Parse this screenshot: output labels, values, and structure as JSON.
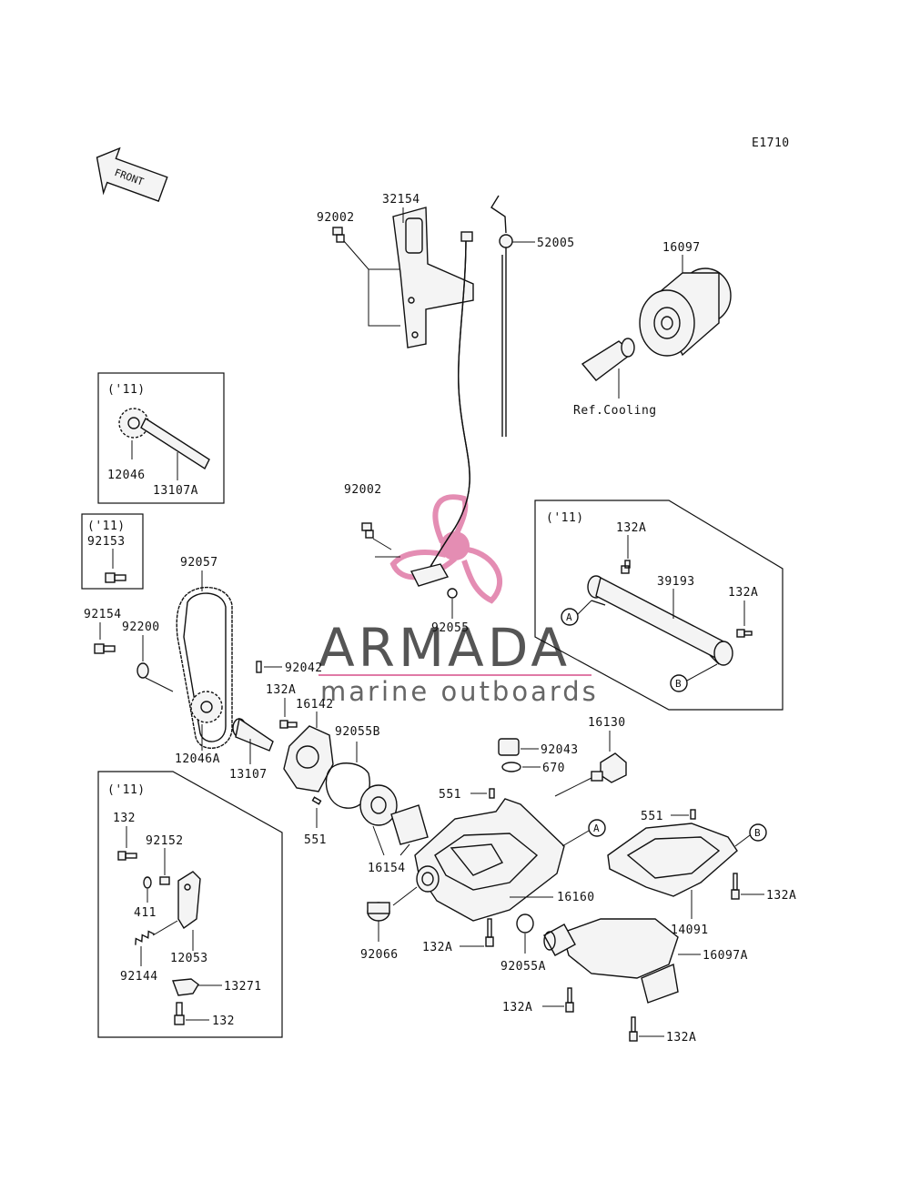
{
  "diagram_code": "E1710",
  "front_label": "FRONT",
  "watermark": {
    "title": "ARMADA",
    "subtitle": "marine outboards",
    "accent_color": "#e07aa6",
    "text_color": "#555555"
  },
  "note_year": "('11)",
  "ref_cooling": "Ref.Cooling",
  "parts": {
    "p32154": "32154",
    "p92002_top": "92002",
    "p52005": "52005",
    "p16097": "16097",
    "p92002_mid": "92002",
    "p92055": "92055",
    "p12046": "12046",
    "p13107A": "13107A",
    "p92153": "92153",
    "p92057": "92057",
    "p92154": "92154",
    "p92200": "92200",
    "p92042": "92042",
    "p132A_a": "132A",
    "p16142": "16142",
    "p92055B": "92055B",
    "p12046A": "12046A",
    "p13107": "13107",
    "p551_a": "551",
    "p132A_b": "132A",
    "p39193": "39193",
    "p132A_c": "132A",
    "p16130": "16130",
    "p92043": "92043",
    "p670": "670",
    "p551_b": "551",
    "p551_c": "551",
    "p16154": "16154",
    "p16160": "16160",
    "p92066": "92066",
    "p132A_d": "132A",
    "p92055A": "92055A",
    "p14091": "14091",
    "p132A_e": "132A",
    "p16097A": "16097A",
    "p132A_f": "132A",
    "p132A_g": "132A",
    "p132_a": "132",
    "p92152": "92152",
    "p411": "411",
    "p12053": "12053",
    "p92144": "92144",
    "p13271": "13271",
    "p132_b": "132"
  },
  "markers": {
    "A": "A",
    "B": "B"
  }
}
